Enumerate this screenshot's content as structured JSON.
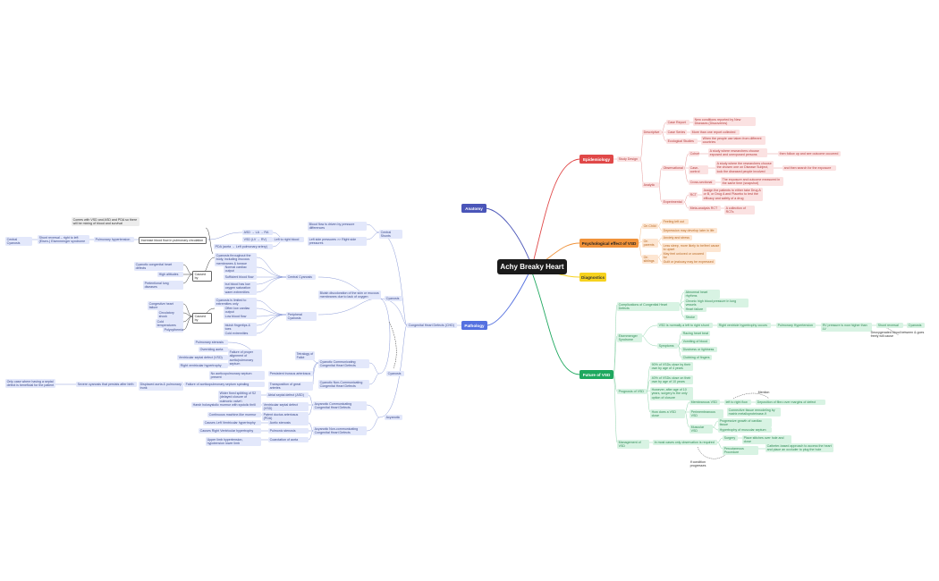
{
  "main": {
    "title": "Achy Breaky Heart"
  },
  "branches": {
    "anatomy": "Anatomy",
    "pathology": "Pathology",
    "epidemiology": "Epidemiology",
    "psychological": "Psychological effect of VSD",
    "diagnostics": "Diagnostics",
    "future": "Future of VSD"
  },
  "nodes": {
    "chd": "Congenital Heart Defects (CHD)",
    "cyanosis": "Cyanosis",
    "acyanotic": "Acyanotic",
    "central_shunts": "Central Shunts",
    "shunt_note1": "Blood flow is driven by pressure differences",
    "shunt_note2": "Left side pressures >> Right side pressures",
    "left_to_right": "Left to right blood",
    "asd": "ASD → LA → RA",
    "vsd_lv": "VSD (LV → RV)",
    "pda": "PDA (aorta → Left pulmonary artery)",
    "inc_flow": "Increase blood flow in pulmonary circulation",
    "pulm_htn": "Pulmonary hypertension",
    "shunt_rev": "Shunt reversal – right to left (Eisen-) Eisenmenger syndrome",
    "central_cyan_l": "Central Cyanosis",
    "note_box": "Comes with VSD and ASD and PDA so there will be mixing of blood and survival",
    "central_cyanosis": "Central Cyanosis",
    "cc1": "Cyanosis throughout the body, including mucous membranes & tongue",
    "cc2": "Normal cardiac output",
    "cc3": "Sufficient blood flow",
    "cc4": "but blood has low oxygen saturation",
    "cc5": "warm extremities",
    "peripheral_cyanosis": "Peripheral Cyanosis",
    "pc1": "Cyanosis is limited to extremities only",
    "pc2": "Often low cardiac output",
    "pc3": "Low blood flow",
    "pc4": "bluish fingertips & toes",
    "pc5": "Cold extremities",
    "bluish_note": "Bluish discoloration of the skin or mucous membranes due to lack of oxygen",
    "caused_by1": "Caused by",
    "cb1a": "Cyanotic congenital heart defects",
    "cb1b": "High altitudes",
    "cb1c": "Pretentional lung diseases",
    "caused_by2": "Caused by",
    "cb2a": "Congestive heart failure",
    "cb2b": "Circulatory shock",
    "cb2c": "Cold temperatures",
    "cb2d": "Polycythemia",
    "cyanotic_chd": "Cyanotic Communicating Congenital Heart Defects",
    "tetralogy": "Tetralogy of Fallot",
    "tf1": "Pulmonary stenosis",
    "tf2": "Overriding aorta",
    "tf3": "Ventricular septal defect (VSD)",
    "tf4": "Right ventricular hypertrophy",
    "tga": "Failure of proper alignment of aortic/pulmonary septum",
    "truncus": "Persistent truncus arteriosus",
    "no_sep": "No aorticopulmonary septum present",
    "transposition": "Transposition of great arteries",
    "trans_note": "Failure of aorticopulmonary septum spiraling",
    "trans_left": "Displaced aorta & pulmonary trunk",
    "severe": "Severe cyanosis that persists after birth",
    "only_case": "Only case where having a septal defect is beneficial for the patient",
    "cyan_non": "Cyanotic Non-Communicating Congenital Heart Defects",
    "acyan_comm": "Acyanotic Communicating Congenital Heart Defects",
    "asd_node": "Atrial septal defect (ASD)",
    "asd_note": "Wider fixed splitting of S2 (delayed closure of pulmonic valve)",
    "vsd_node": "Ventricular septal defect (VSD)",
    "vsd_note": "Harsh holosystolic murmur with systolic thrill",
    "pda_node": "Patent ductus arteriosus (PDA)",
    "pda_note": "Continuous machine-like murmur",
    "acyan_non": "Acyanotic Non-communicating Congenital Heart Defects",
    "aortic": "Aortic stenosis",
    "aortic_note": "Causes Left Ventricular hypertrophy",
    "pulmonic": "Pulmonic stenosis",
    "pulmonic_note": "Causes Right Ventricular hypertrophy",
    "coarct": "Coarctation of aorta",
    "coarct_note": "Upper limb hypertension, hypotension lower limb",
    "study_design": "Study Design",
    "descriptive": "Descriptive",
    "case_report": "Case Report",
    "case_report_note": "New conditions reported by New Diseases (Discoveries)",
    "case_series": "Case Series",
    "case_series_note": "More than one report collected",
    "ecological": "Ecological Studies",
    "ecological_note": "When the people use taken from different countries",
    "analytic": "Analytic",
    "observational": "Observational",
    "cohort": "Cohort",
    "cohort_note": "A study where researchers choose exposed and unexposed persons",
    "cohort_note2": "then follow up and see outcome occurred",
    "case_control": "Case-control",
    "cc_note": "A study where the researchers choose the chosen one on Disease Subject, look the diseased people involved",
    "cc_note2": "and then search for the exposure",
    "cross": "Cross-sectional",
    "cross_note": "The exposure and outcome measured in the same time (snapshot)",
    "experimental": "Experimental",
    "rct": "RCT",
    "rct_note": "Assign the patients to either take Drug A or B, or Drug A and Placebo to test the efficacy and safety of a drug",
    "meta": "Meta-analysis RCT",
    "meta_note": "A collection of RCTs",
    "psy_kids": "On Child",
    "psy_k1": "Feeling left out",
    "psy_k2": "Depression may develop later in life",
    "psy_parents": "On parents",
    "psy_p1": "Anxiety and stress",
    "psy_p2": "Less sleep, more likely to be/feel cause to upset",
    "psy_siblings": "On siblings",
    "psy_s1": "May feel unloved or uncared for",
    "psy_s2": "Guilt or jealousy may be expressed",
    "complications": "Complications of Congenital Heart Defects",
    "comp1": "Abnormal heart rhythms",
    "comp2": "Chronic high blood pressure in lung vessels",
    "comp3": "Heart failure",
    "comp4": "Stroke",
    "eisenmenger": "Eisenmenger Syndrome",
    "eis1": "VSD is normally a left to right shunt",
    "eis2": "Right ventricle hypertrophy occurs",
    "eis3": "Pulmonary Hypertension",
    "eis4": "RV pressure is now higher than LV",
    "eis5": "Shunt reversal",
    "eis6": "Cyanosis",
    "deox": "Deoxygenated blood between & goes freely will cause",
    "symptoms": "Symptoms",
    "sym1": "Racing heart beat",
    "sym2": "Vomiting of blood",
    "sym3": "Dizziness or lightness",
    "sym4": "Clubbing of fingers",
    "prognosis": "Prognosis of VSD",
    "prog1": "90% of VSDs close by their own by age of 4 years",
    "prog2": "40% of VSDs close on their own by age of 10 years",
    "prog3": "However, after age of 10 years, surgery is the only option of closure",
    "how_heal": "How does a VSD close",
    "membranous": "Membranous VSD",
    "mem_note": "left to right flow",
    "mem_note2": "Deposition of fibro over margins of defect",
    "perimem": "Perimembranous VSD",
    "perimem_note": "Connective tissue remodeling by matrix metalloproteinase-9",
    "muscular": "Muscular VSD",
    "mus1": "Progressive growth of cardiac tissue",
    "mus2": "Hypertrophy of muscular septum",
    "management": "Management of VSD",
    "mg1": "In most cases only observation is required",
    "surgery": "Surgery",
    "surgery_note": "Place stitches over hole and close",
    "percut": "Percutaneous Procedure",
    "percut_note": "Catheter-based approach to access the heart and place an occluder to plug the hole",
    "if_persists": "If condition progresses",
    "mk_label": "Mention"
  }
}
